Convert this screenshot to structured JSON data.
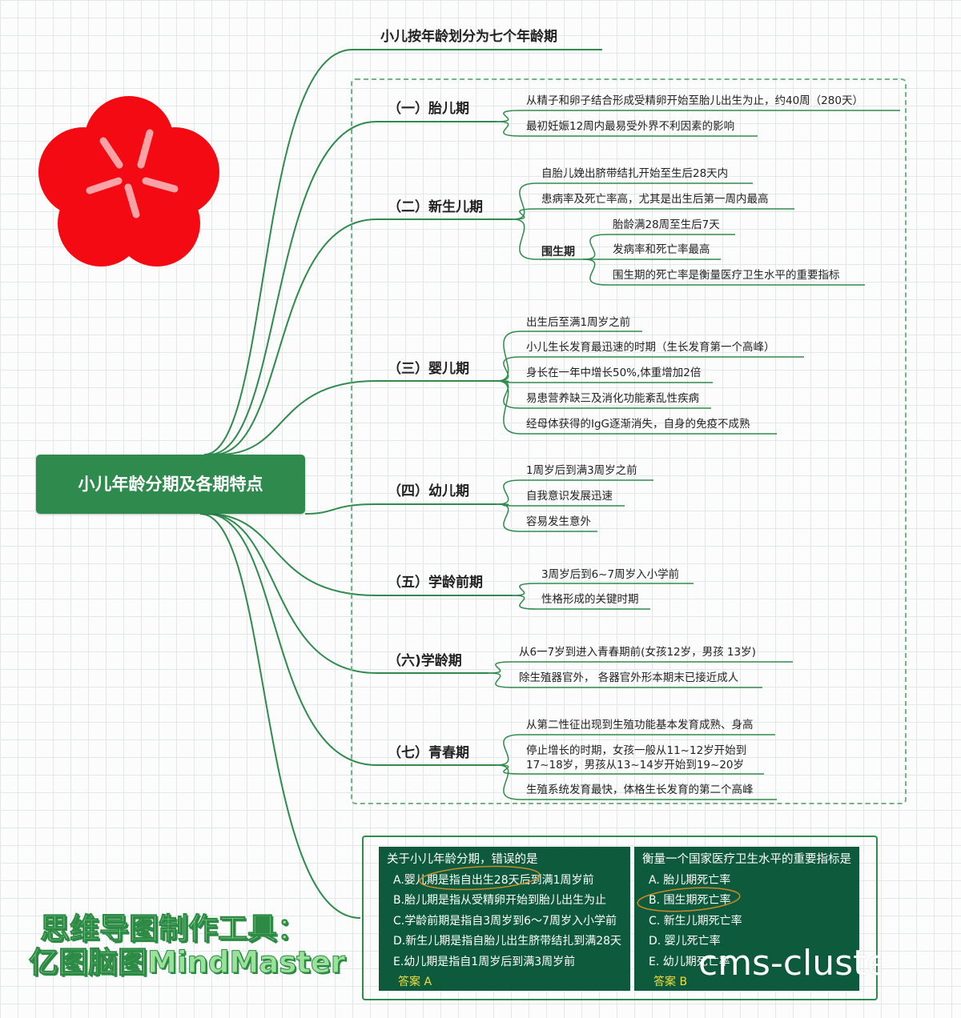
{
  "colors": {
    "branch": "#2f8a4e",
    "board": "#0e5a3d",
    "answer": "#f2de3c",
    "circle": "#c98a26"
  },
  "root_topic": "小儿年龄分期及各期特点",
  "top_topic": "小儿按年龄划分为七个年龄期",
  "stages": [
    {
      "title": "（一）胎儿期",
      "items": [
        {
          "text": "从精子和卵子结合形成受精卵开始至胎儿出生为止，约40周（280天）"
        },
        {
          "text": "最初妊娠12周内最易受外界不利因素的影响"
        }
      ]
    },
    {
      "title": "（二）新生儿期",
      "items": [
        {
          "text": "自胎儿娩出脐带结扎开始至生后28天内"
        },
        {
          "text": "患病率及死亡率高，尤其是出生后第一周内最高"
        },
        {
          "sub_title": "围生期",
          "sub_items": [
            "胎龄满28周至生后7天",
            "发病率和死亡率最高",
            "围生期的死亡率是衡量医疗卫生水平的重要指标"
          ]
        }
      ]
    },
    {
      "title": "（三）婴儿期",
      "items": [
        {
          "text": "出生后至满1周岁之前"
        },
        {
          "text": "小儿生长发育最迅速的时期（生长发育第一个高峰）"
        },
        {
          "text": "身长在一年中增长50%,体重增加2倍"
        },
        {
          "text": "易患营养缺三及消化功能紊乱性疾病"
        },
        {
          "text": "经母体获得的IgG逐渐消失，自身的免疫不成熟"
        }
      ]
    },
    {
      "title": "（四）幼儿期",
      "items": [
        {
          "text": "1周岁后到满3周岁之前"
        },
        {
          "text": "自我意识发展迅速"
        },
        {
          "text": "容易发生意外"
        }
      ]
    },
    {
      "title": "（五）学龄前期",
      "items": [
        {
          "text": "3周岁后到6~7周岁入小学前"
        },
        {
          "text": "性格形成的关键时期"
        }
      ]
    },
    {
      "title": "（六)学龄期",
      "items": [
        {
          "text": "从6一7岁到进入青春期前(女孩12岁，男孩 13岁)"
        },
        {
          "text": "除生殖器官外，  各器官外形本期末已接近成人"
        }
      ]
    },
    {
      "title": "（七）青春期",
      "items": [
        {
          "text": "从第二性征出现到生殖功能基本发育成熟、身高"
        },
        {
          "text": "停止增长的时期，女孩一般从11~12岁开始到17~18岁，男孩从13~14岁开始到19~20岁"
        },
        {
          "text": "生殖系统发育最快，体格生长发育的第二个高峰"
        }
      ]
    }
  ],
  "quiz": [
    {
      "question": "关于小儿年龄分期，错误的是",
      "options": [
        "A.婴儿期是指自出生28天后到满1周岁前",
        "B.胎儿期是指从受精卵开始到胎儿出生为止",
        "C.学龄前期是指自3周岁到6～7周岁入小学前",
        "D.新生儿期是指自胎儿出生脐带结扎到满28天",
        "E.幼儿期是指自1周岁后到满3周岁前"
      ],
      "answer": "答案 A"
    },
    {
      "question": "衡量一个国家医疗卫生水平的重要指标是",
      "options": [
        "A. 胎儿期死亡率",
        "B. 围生期死亡率",
        "C. 新生儿期死亡率",
        "D. 婴儿死亡率",
        "E. 幼儿期死亡率"
      ],
      "answer": "答案 B"
    }
  ],
  "watermark": {
    "tool_line1": "思维导图制作工具：",
    "tool_line2": "亿图脑图MindMaster",
    "cms": "cms-cluster"
  }
}
